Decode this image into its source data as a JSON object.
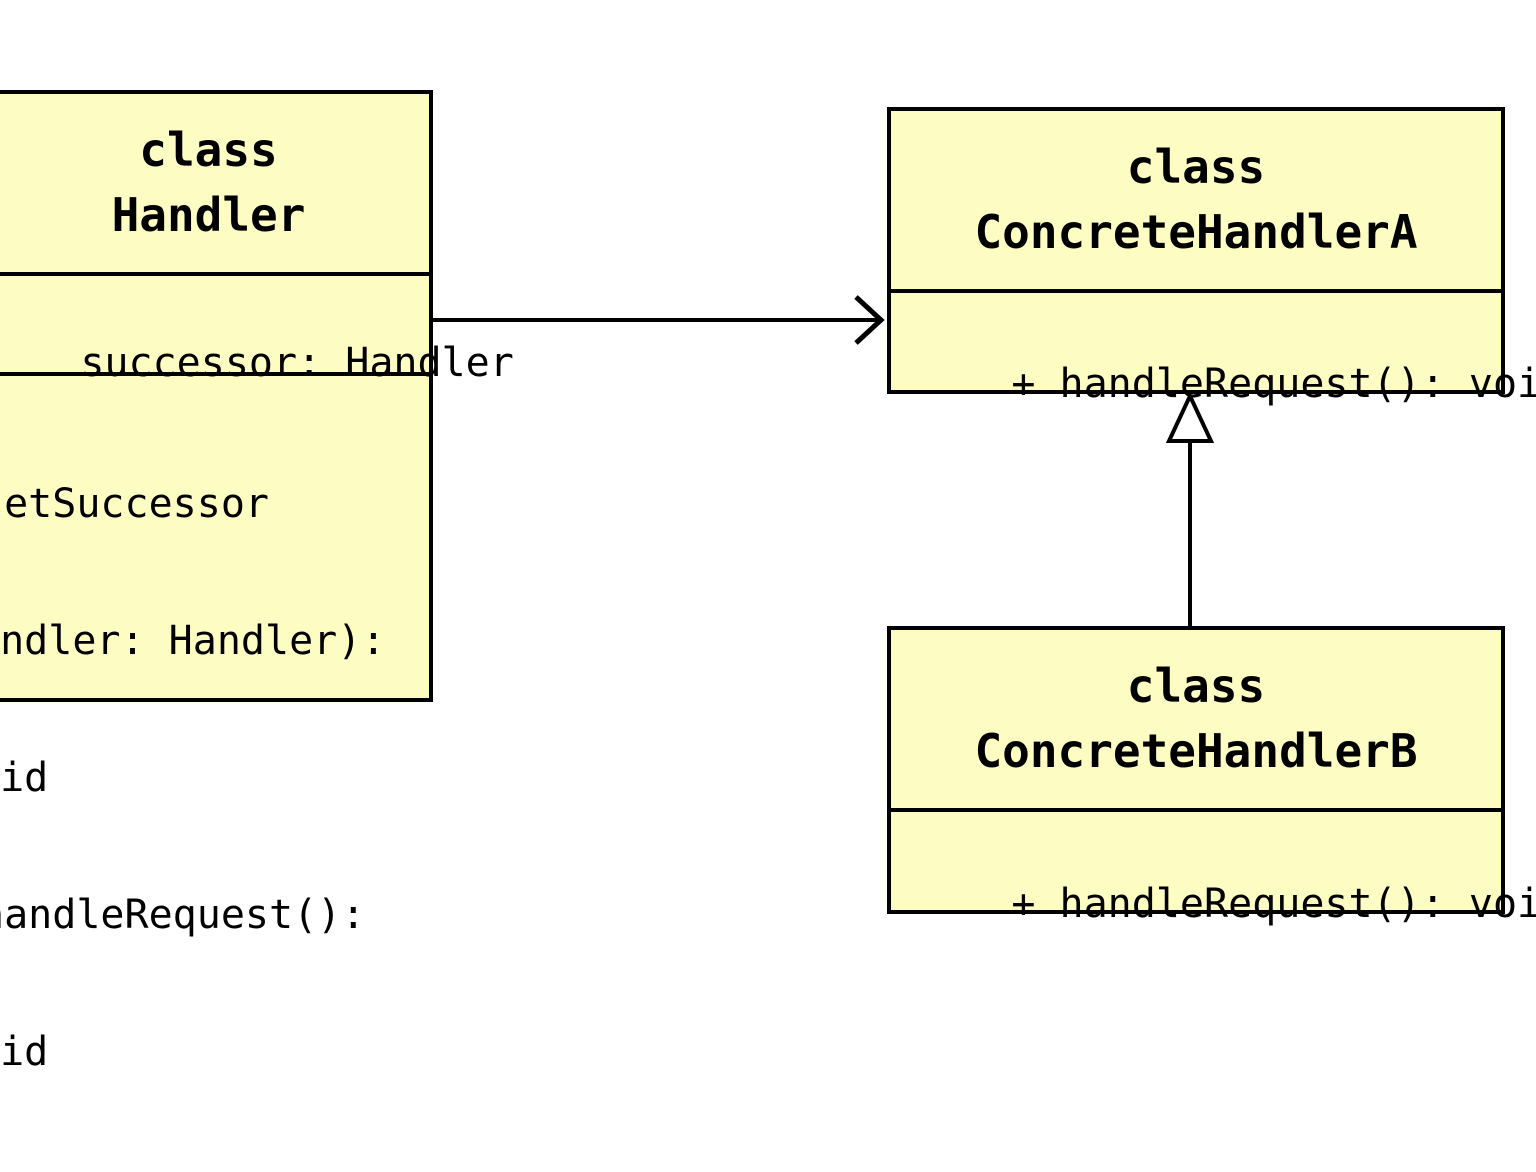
{
  "classes": {
    "handler": {
      "keyword": "class",
      "name": "Handler",
      "attributes": [
        "successor: Handler"
      ],
      "operations": [
        "setSuccessor",
        "andler: Handler):",
        "oid",
        "handleRequest():",
        "oid"
      ]
    },
    "concrete_a": {
      "keyword": "class",
      "name": "ConcreteHandlerA",
      "operations": [
        "+ handleRequest(): void"
      ]
    },
    "concrete_b": {
      "keyword": "class",
      "name": "ConcreteHandlerB",
      "operations": [
        "+ handleRequest(): void"
      ]
    }
  },
  "relations": [
    {
      "from": "Handler",
      "to": "ConcreteHandlerA",
      "kind": "association"
    },
    {
      "from": "ConcreteHandlerB",
      "to": "ConcreteHandlerA",
      "kind": "generalization"
    }
  ],
  "colors": {
    "class_fill": "#fdfcc3",
    "stroke": "#000000",
    "background": "#ffffff"
  }
}
